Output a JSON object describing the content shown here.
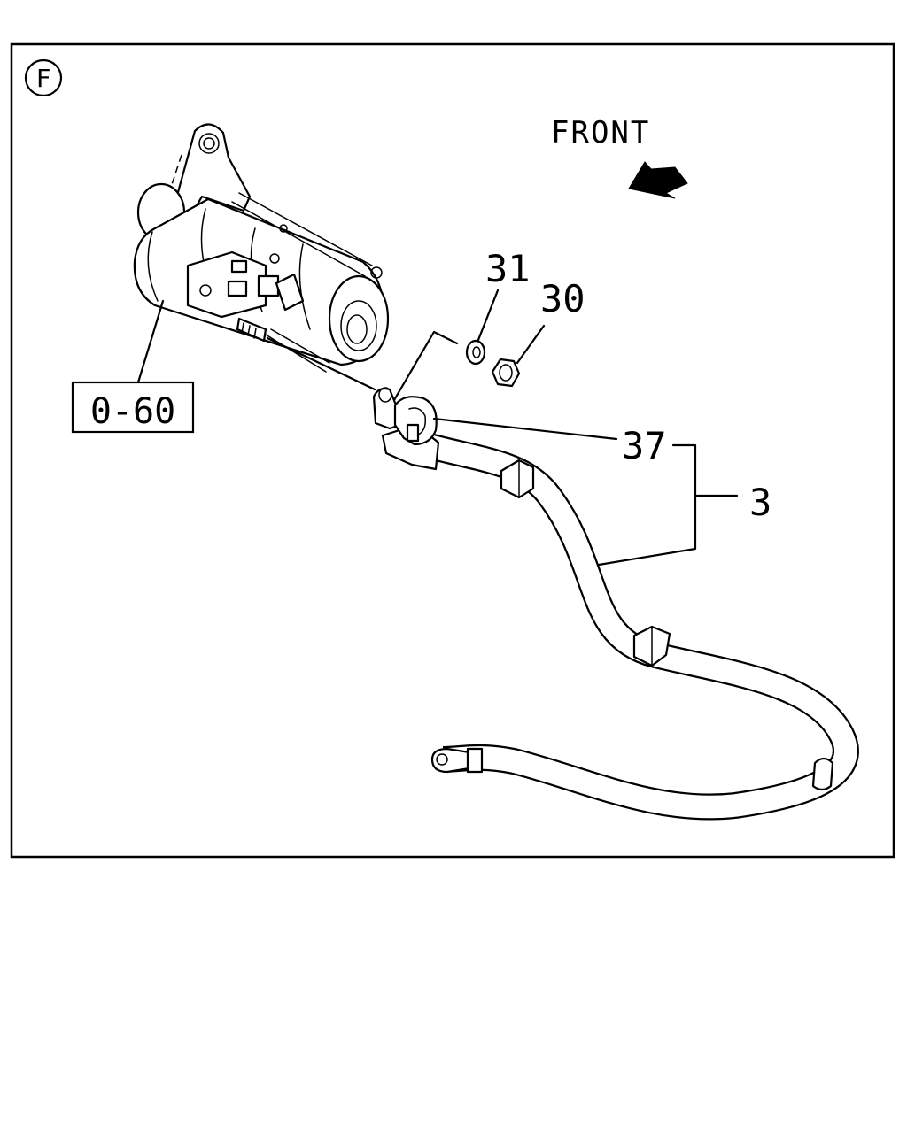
{
  "section_badge": "F",
  "direction_label": "FRONT",
  "reference_box": "0-60",
  "callouts": {
    "washer": "31",
    "nut": "30",
    "terminal": "37",
    "cable_assembly": "3"
  }
}
